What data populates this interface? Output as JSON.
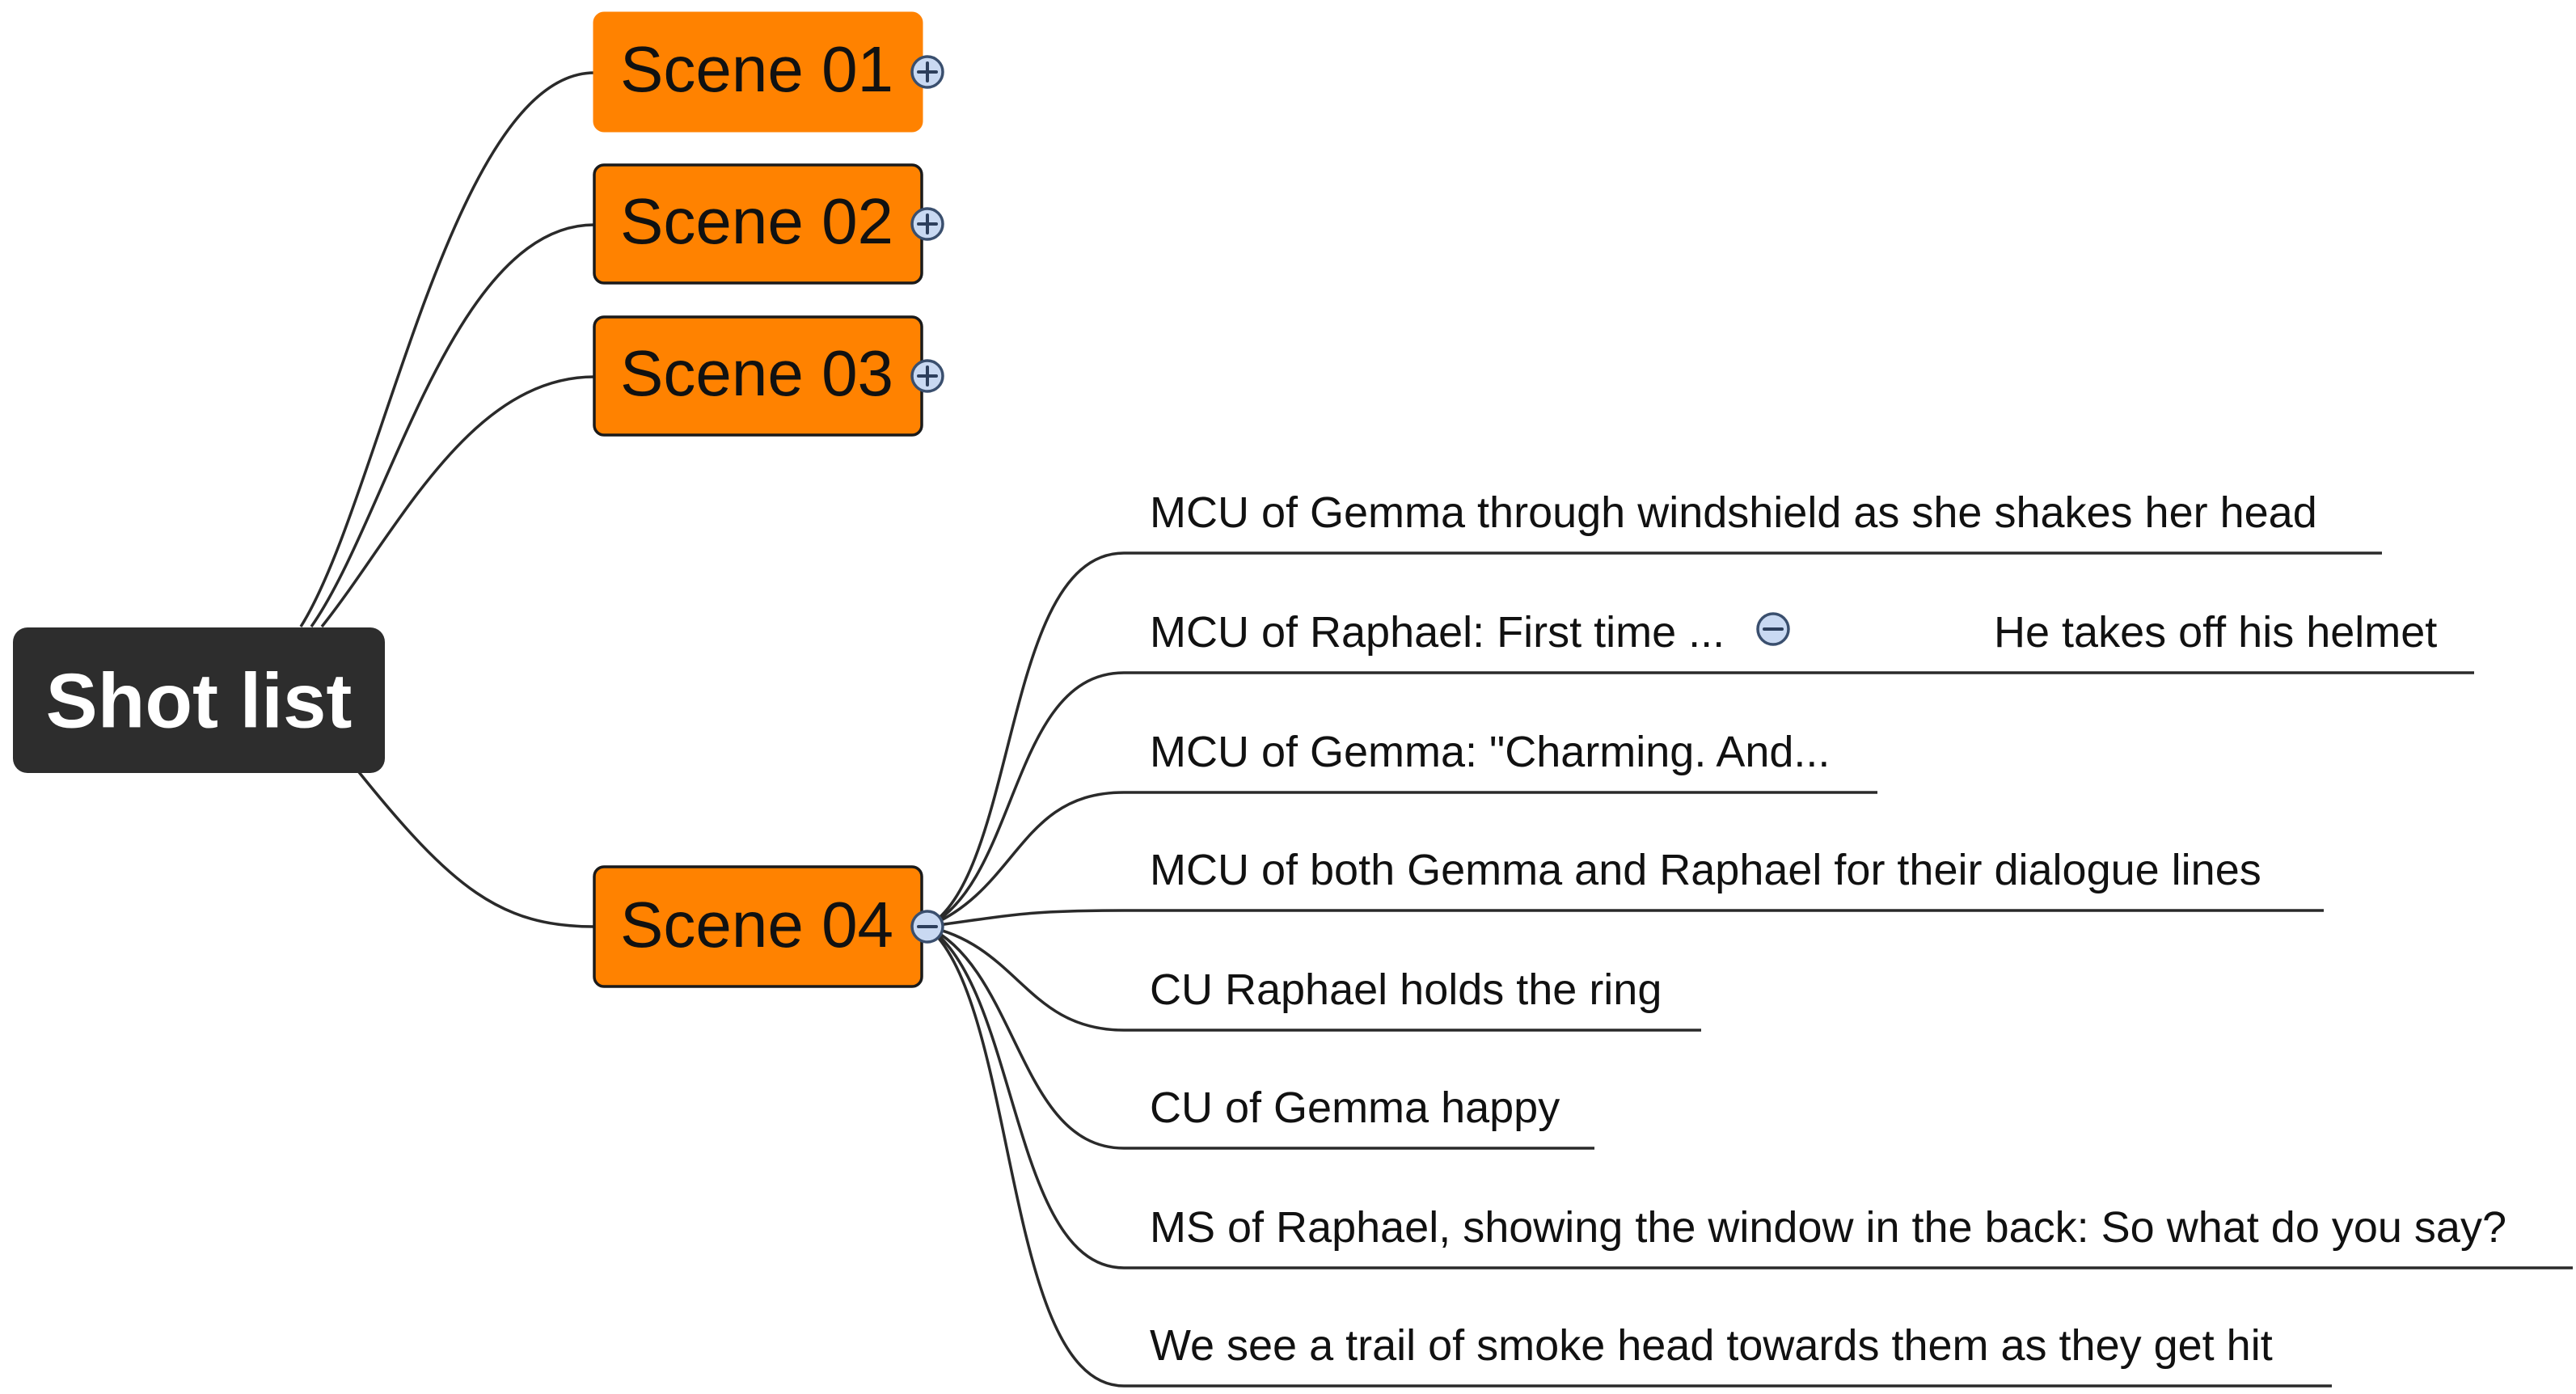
{
  "root": {
    "label": "Shot list"
  },
  "scenes": [
    {
      "label": "Scene 01",
      "toggle": "expand"
    },
    {
      "label": "Scene 02",
      "toggle": "expand"
    },
    {
      "label": "Scene 03",
      "toggle": "expand"
    },
    {
      "label": "Scene 04",
      "toggle": "collapse"
    }
  ],
  "scene04_items": [
    {
      "label": "MCU of Gemma through windshield as she shakes her head"
    },
    {
      "label": "MCU of Raphael: First time ...",
      "toggle": "collapse",
      "child": "He takes off his helmet"
    },
    {
      "label": "MCU of Gemma: \"Charming. And..."
    },
    {
      "label": "MCU of both Gemma and Raphael for their dialogue lines"
    },
    {
      "label": "CU Raphael holds the ring"
    },
    {
      "label": "CU of Gemma happy"
    },
    {
      "label": "MS of Raphael, showing the window in the back: So what do you say?"
    },
    {
      "label": "We see a trail of smoke head towards them as they get hit"
    }
  ],
  "colors": {
    "root_fill": "#2d2d2d",
    "scene_fill": "#ff8200",
    "line": "#2a2a2a",
    "toggle_fill": "#c9d9f2"
  }
}
